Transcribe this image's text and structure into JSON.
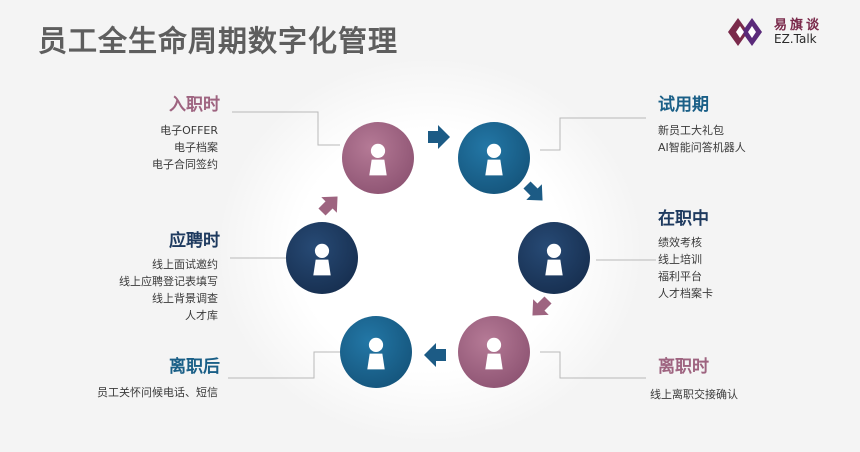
{
  "title": "员工全生命周期数字化管理",
  "logo": {
    "cn": "易旗谈",
    "en": "EZ.Talk"
  },
  "colors": {
    "mauve": "#9e6480",
    "teal": "#1a5f87",
    "navy": "#1e3a5f",
    "arrow": "#1c5b85"
  },
  "stages": {
    "entry": {
      "title": "入职时",
      "items": [
        "电子OFFER",
        "电子档案",
        "电子合同签约"
      ]
    },
    "trial": {
      "title": "试用期",
      "items": [
        "新员工大礼包",
        "AI智能问答机器人"
      ]
    },
    "active": {
      "title": "在职中",
      "items": [
        "绩效考核",
        "线上培训",
        "福利平台",
        "人才档案卡"
      ]
    },
    "leaving": {
      "title": "离职时",
      "items": [
        "线上离职交接确认"
      ]
    },
    "afterexit": {
      "title": "离职后",
      "items": [
        "员工关怀问候电话、短信"
      ]
    },
    "hiring": {
      "title": "应聘时",
      "items": [
        "线上面试邀约",
        "线上应聘登记表填写",
        "线上背景调查",
        "人才库"
      ]
    }
  }
}
